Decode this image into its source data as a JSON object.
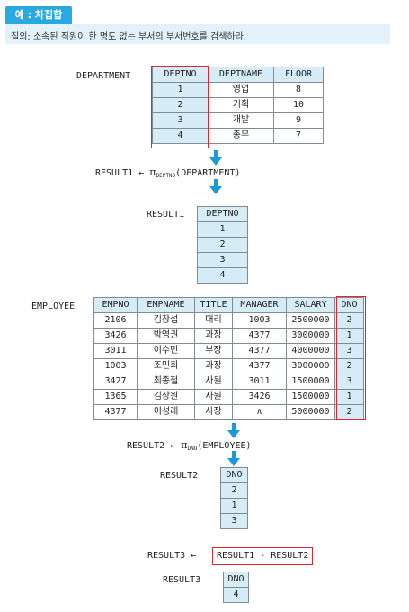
{
  "header": {
    "tag": "예 : 차집합",
    "question": "질의: 소속된 직원이 한 명도 없는 부서의 부서번호를 검색하라."
  },
  "department": {
    "label": "DEPARTMENT",
    "columns": [
      "DEPTNO",
      "DEPTNAME",
      "FLOOR"
    ],
    "rows": [
      [
        "1",
        "영업",
        "8"
      ],
      [
        "2",
        "기획",
        "10"
      ],
      [
        "3",
        "개발",
        "9"
      ],
      [
        "4",
        "총무",
        "7"
      ]
    ]
  },
  "result1_expr": {
    "name": "RESULT1",
    "arrow": "←",
    "pi": "π",
    "sub": "DEPTNO",
    "arg": "(DEPARTMENT)"
  },
  "result1": {
    "label": "RESULT1",
    "columns": [
      "DEPTNO"
    ],
    "rows": [
      [
        "1"
      ],
      [
        "2"
      ],
      [
        "3"
      ],
      [
        "4"
      ]
    ]
  },
  "employee": {
    "label": "EMPLOYEE",
    "columns": [
      "EMPNO",
      "EMPNAME",
      "TITLE",
      "MANAGER",
      "SALARY",
      "DNO"
    ],
    "rows": [
      [
        "2106",
        "김창섭",
        "대리",
        "1003",
        "2500000",
        "2"
      ],
      [
        "3426",
        "박영권",
        "과장",
        "4377",
        "3000000",
        "1"
      ],
      [
        "3011",
        "이수민",
        "부장",
        "4377",
        "4000000",
        "3"
      ],
      [
        "1003",
        "조민희",
        "과장",
        "4377",
        "3000000",
        "2"
      ],
      [
        "3427",
        "최종철",
        "사원",
        "3011",
        "1500000",
        "3"
      ],
      [
        "1365",
        "김상원",
        "사원",
        "3426",
        "1500000",
        "1"
      ],
      [
        "4377",
        "이성래",
        "사장",
        "∧",
        "5000000",
        "2"
      ]
    ]
  },
  "result2_expr": {
    "name": "RESULT2",
    "arrow": "←",
    "pi": "π",
    "sub": "DNO",
    "arg": "(EMPLOYEE)"
  },
  "result2": {
    "label": "RESULT2",
    "columns": [
      "DNO"
    ],
    "rows": [
      [
        "2"
      ],
      [
        "1"
      ],
      [
        "3"
      ]
    ]
  },
  "result3_expr": {
    "name": "RESULT3",
    "arrow": "←",
    "expr": "RESULT1 - RESULT2"
  },
  "result3": {
    "label": "RESULT3",
    "columns": [
      "DNO"
    ],
    "rows": [
      [
        "4"
      ]
    ]
  },
  "colors": {
    "accent": "#29a9e0",
    "header_fill": "#d6ecf7",
    "question_bg": "#e3f1fa",
    "highlight_border": "#e0262e",
    "arrow": "#1c9ad6"
  }
}
